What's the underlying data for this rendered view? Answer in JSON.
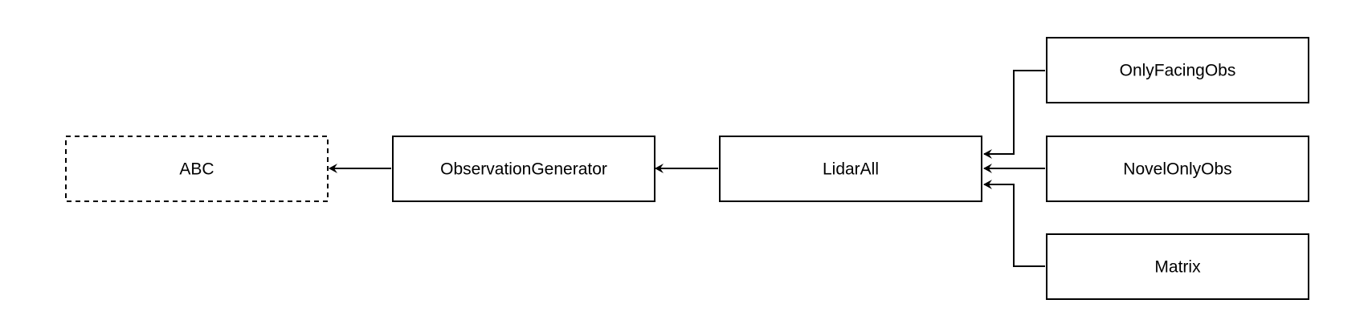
{
  "diagram": {
    "type": "class-hierarchy",
    "nodes": {
      "abc": {
        "label": "ABC",
        "style": "dashed"
      },
      "observation_generator": {
        "label": "ObservationGenerator",
        "style": "solid"
      },
      "lidar_all": {
        "label": "LidarAll",
        "style": "solid"
      },
      "only_facing_obs": {
        "label": "OnlyFacingObs",
        "style": "solid"
      },
      "novel_only_obs": {
        "label": "NovelOnlyObs",
        "style": "solid"
      },
      "matrix": {
        "label": "Matrix",
        "style": "solid"
      }
    },
    "edges": [
      {
        "from": "observation_generator",
        "to": "abc"
      },
      {
        "from": "lidar_all",
        "to": "observation_generator"
      },
      {
        "from": "only_facing_obs",
        "to": "lidar_all"
      },
      {
        "from": "novel_only_obs",
        "to": "lidar_all"
      },
      {
        "from": "matrix",
        "to": "lidar_all"
      }
    ]
  }
}
